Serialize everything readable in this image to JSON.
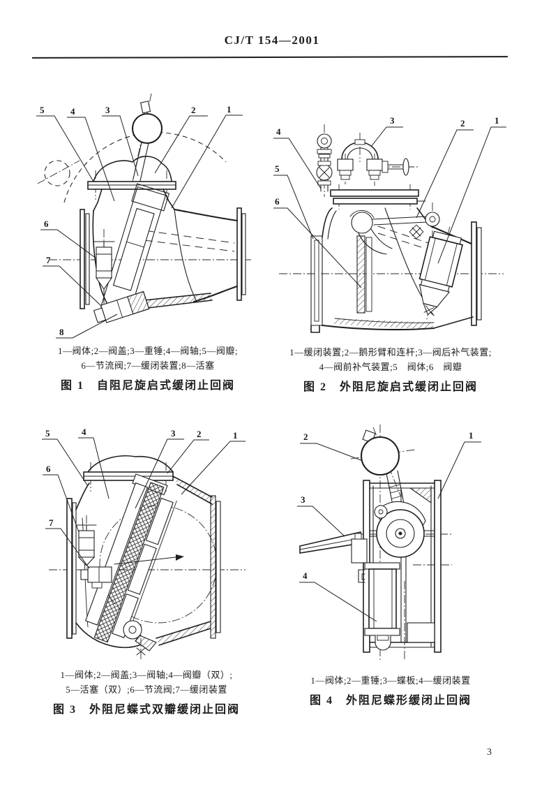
{
  "header": {
    "doc_code": "CJ/T 154—2001"
  },
  "page_number": "3",
  "colors": {
    "ink": "#1f1f1f",
    "paper": "#ffffff"
  },
  "figures": [
    {
      "id": 1,
      "callouts": [
        "5",
        "4",
        "3",
        "2",
        "1",
        "6",
        "7",
        "8"
      ],
      "caption_lines": [
        "1—阀体;2—阀盖;3—重锤;4—阀轴;5—阀瓣;",
        "6—节流阀;7—缓闭装置;8—活塞"
      ],
      "title": "图 1　自阻尼旋启式缓闭止回阀"
    },
    {
      "id": 2,
      "callouts": [
        "4",
        "5",
        "6",
        "3",
        "2",
        "1"
      ],
      "caption_lines": [
        "1—缓闭装置;2—鹅形臂和连杆;3—阀后补气装置;",
        "4—阀前补气装置;5　阀体;6　阀瓣"
      ],
      "title": "图 2　外阻尼旋启式缓闭止回阀"
    },
    {
      "id": 3,
      "callouts": [
        "5",
        "4",
        "3",
        "2",
        "1",
        "6",
        "7"
      ],
      "caption_lines": [
        "1—阀体;2—阀盖;3—阀轴;4—阀瓣（双）;",
        "5—活塞（双）;6—节流阀;7—缓闭装置"
      ],
      "title": "图 3　外阻尼蝶式双瓣缓闭止回阀"
    },
    {
      "id": 4,
      "callouts": [
        "2",
        "1",
        "3",
        "4"
      ],
      "caption_lines": [
        "1—阀体;2—重锤;3—蝶板;4—缓闭装置"
      ],
      "title": "图 4　外阻尼蝶形缓闭止回阀"
    }
  ]
}
